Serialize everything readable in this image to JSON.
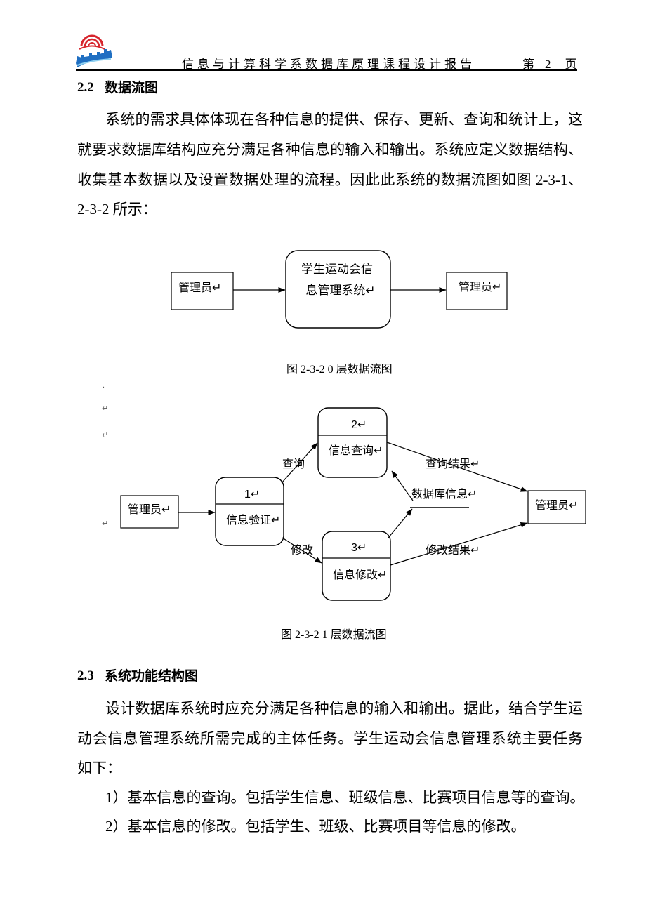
{
  "header": {
    "logo_icon": "school-logo",
    "title": "信息与计算科学系数据库原理课程设计报告",
    "page_prefix": "第",
    "page_number": "2",
    "page_suffix": "页"
  },
  "section_2_2": {
    "number": "2.2",
    "title": "数据流图",
    "paragraph_lines": [
      "系统的需求具体体现在各种信息的提供、保存、更新、查询和统计上，这",
      "就要求数据库结构应充分满足各种信息的输入和输出。系统应定义数据结构、",
      "收集基本数据以及设置数据处理的流程。因此此系统的数据流图如图 2-3-1、",
      "2-3-2 所示："
    ]
  },
  "figure_level0": {
    "external_entity_left": "管理员↵",
    "process_label_lines": [
      "学生运动会信",
      "息管理系统↵"
    ],
    "external_entity_right": "管理员↵",
    "caption": "图 2-3-2 0 层数据流图"
  },
  "format_marks": [
    ".",
    "↵",
    "↵",
    "↵"
  ],
  "figure_level1": {
    "external_entity_left": "管理员↵",
    "processes": [
      {
        "number": "1↵",
        "name": "信息验证↵"
      },
      {
        "number": "2↵",
        "name": "信息查询↵"
      },
      {
        "number": "3↵",
        "name": "信息修改↵"
      }
    ],
    "external_entity_right": "管理员↵",
    "flow_labels": {
      "query": "查询",
      "modify": "修改",
      "query_result": "查询结果↵",
      "database_info": "数据库信息↵",
      "modify_result": "修改结果↵"
    },
    "caption": "图 2-3-2 1 层数据流图"
  },
  "section_2_3": {
    "number": "2.3",
    "title": "系统功能结构图",
    "paragraph_lines": [
      "设计数据库系统时应充分满足各种信息的输入和输出。据此，结合学生运",
      "动会信息管理系统所需完成的主体任务。学生运动会信息管理系统主要任务",
      "如下："
    ],
    "task_items": [
      "1）基本信息的查询。包括学生信息、班级信息、比赛项目信息等的查询。",
      "2）基本信息的修改。包括学生、班级、比赛项目等信息的修改。"
    ]
  }
}
